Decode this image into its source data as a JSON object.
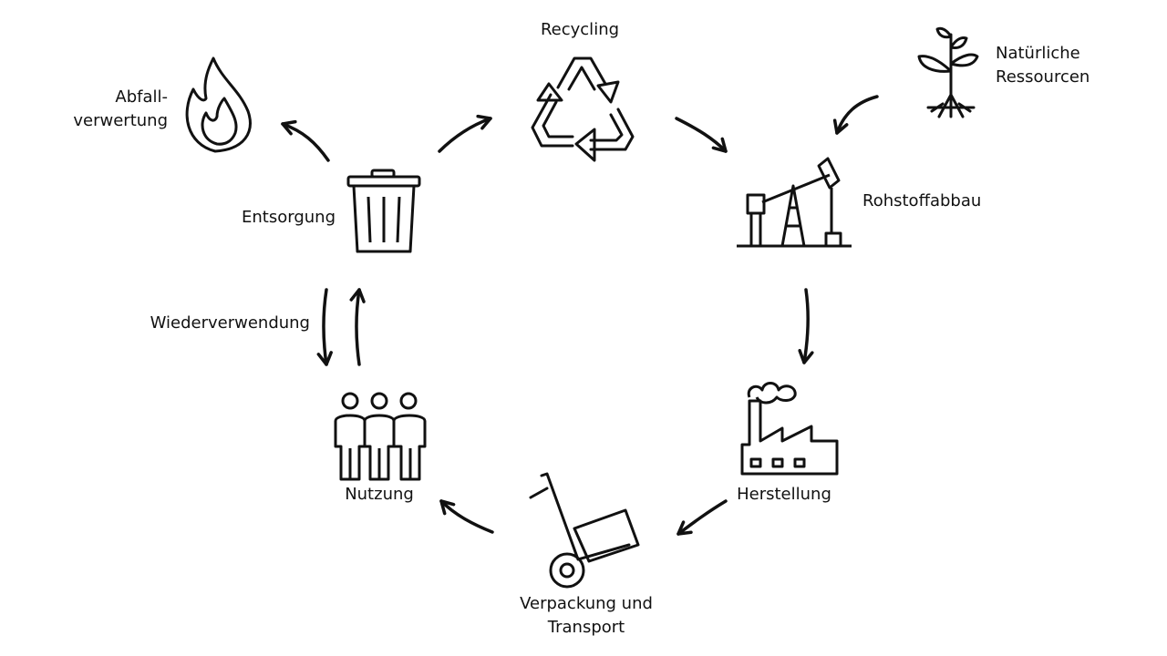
{
  "diagram": {
    "stages": {
      "recycling": "Recycling",
      "natural_resources": [
        "Natürliche",
        "Ressourcen"
      ],
      "extraction": "Rohstoffabbau",
      "production": "Herstellung",
      "packaging_transport": [
        "Verpackung und",
        "Transport"
      ],
      "use": "Nutzung",
      "reuse": "Wiederverwendung",
      "disposal": "Entsorgung",
      "waste_recovery": [
        "Abfall-",
        "verwertung"
      ]
    }
  }
}
